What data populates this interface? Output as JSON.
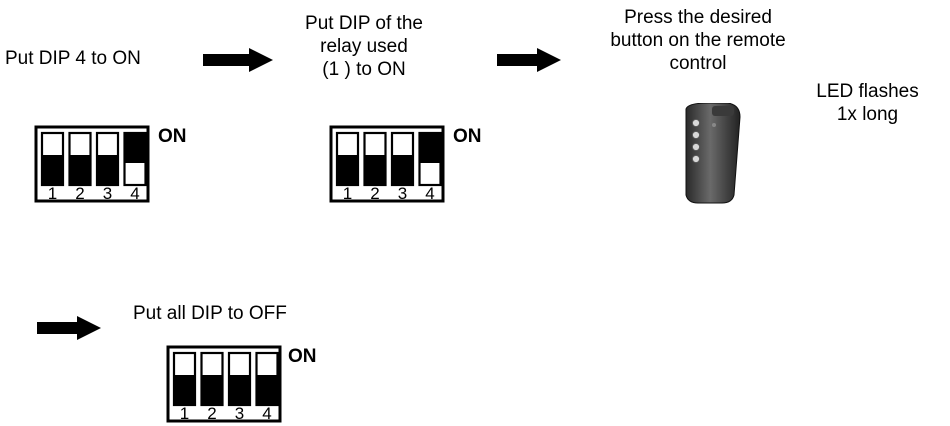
{
  "steps": [
    {
      "text": "Put DIP 4 to ON"
    },
    {
      "lines": [
        "Put DIP of the",
        "relay used",
        "(1 ) to ON"
      ]
    },
    {
      "lines": [
        "Press the desired",
        "button on the remote",
        "control"
      ]
    },
    {
      "text": "Put all DIP to OFF"
    }
  ],
  "led": {
    "lines": [
      "LED  flashes",
      "1x long"
    ]
  },
  "on_label": "ON",
  "dip_numbers": [
    "1",
    "2",
    "3",
    "4"
  ],
  "dip_states": [
    [
      "off",
      "off",
      "off",
      "on"
    ],
    [
      "off",
      "off",
      "off",
      "on"
    ],
    [
      "off",
      "off",
      "off",
      "off"
    ]
  ],
  "icons": [
    "right-arrow-icon",
    "remote-control-icon"
  ]
}
